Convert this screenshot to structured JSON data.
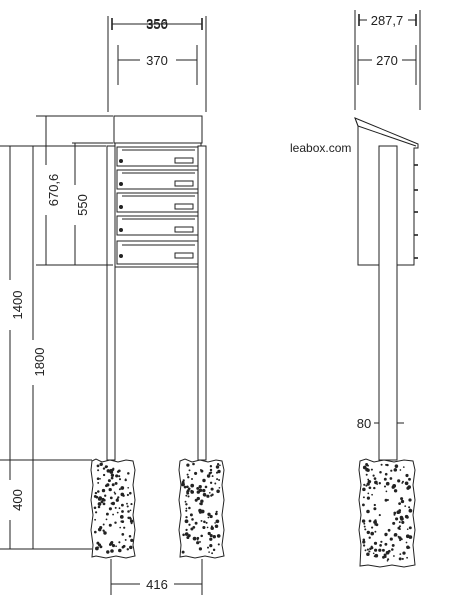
{
  "front_view": {
    "dim_top_overlap": [
      "356",
      "350"
    ],
    "dim_width_box": "370",
    "dim_height_total_box": "670,6",
    "dim_height_boxes": "550",
    "dim_height_post": "1400",
    "dim_height_overall": "1800",
    "dim_height_foundation": "400",
    "dim_post_spacing": "416",
    "mailbox_count": 5
  },
  "side_view": {
    "dim_depth_roof": "287,7",
    "dim_depth_box": "270",
    "dim_post": "80",
    "brand_label": "leabox.com"
  },
  "colors": {
    "line": "#222222",
    "background": "#ffffff"
  }
}
